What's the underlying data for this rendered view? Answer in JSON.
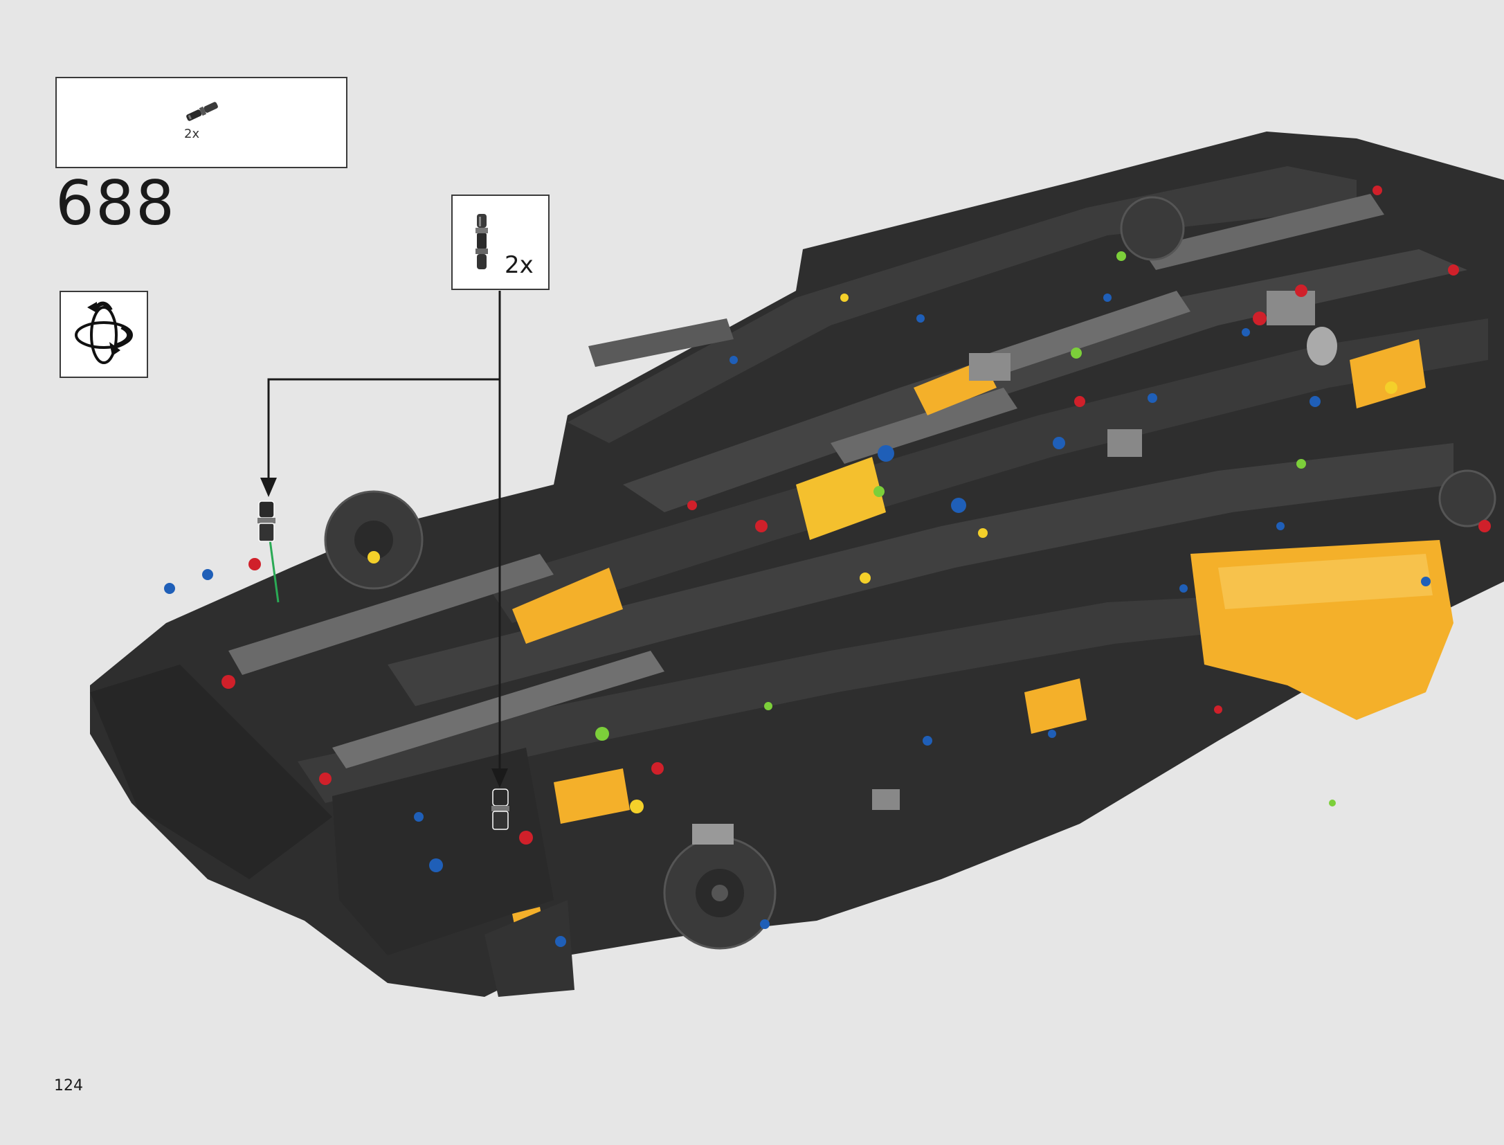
{
  "parts_list": {
    "part_name": "connector-peg-icon",
    "quantity_label": "2x"
  },
  "step": {
    "number": "688"
  },
  "callout": {
    "part_name": "connector-peg-icon",
    "quantity_label": "2x"
  },
  "rotate_instruction": {
    "icon_name": "rotate-model-icon"
  },
  "page": {
    "number": "124"
  },
  "colors": {
    "background": "#e6e6e6",
    "frame_dark": "#2e2e2e",
    "beam_gray": "#4a4a4a",
    "accent_yellow": "#f4b02a",
    "pin_blue": "#1f5fb8",
    "pin_red": "#d0202a",
    "pin_green": "#7ccf3a",
    "arrow": "#1a1a1a"
  }
}
